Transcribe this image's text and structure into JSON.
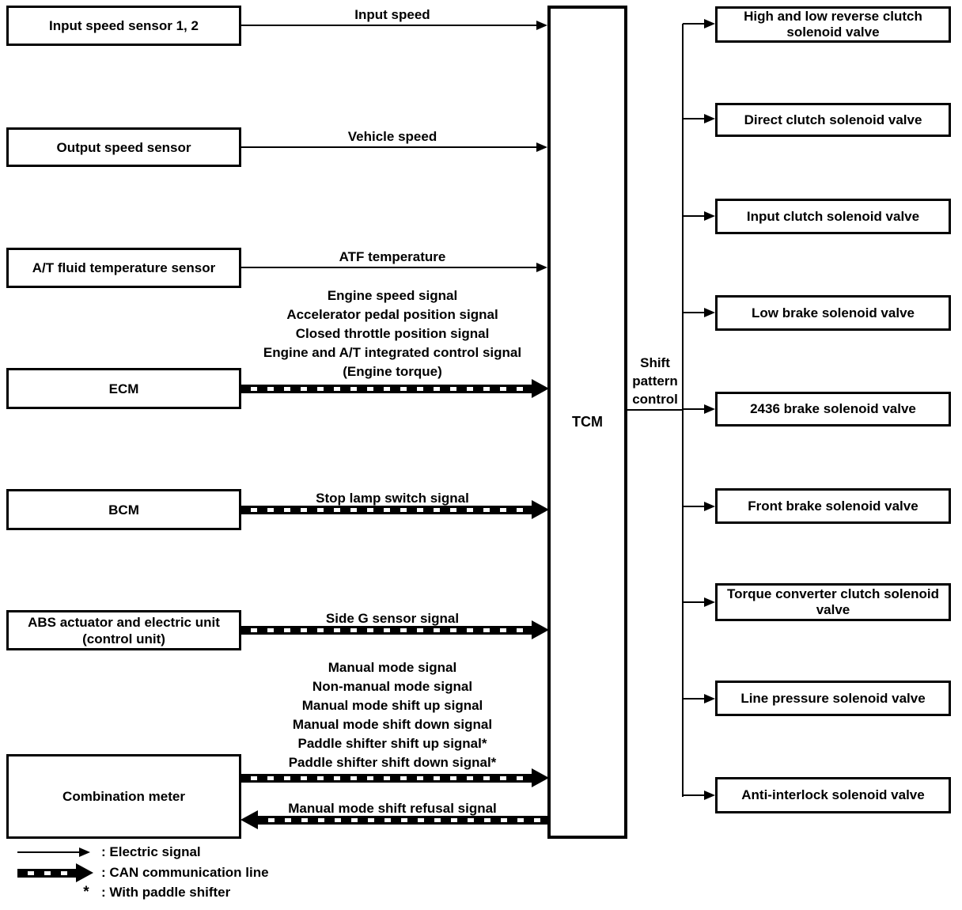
{
  "center": {
    "tcm_label": "TCM",
    "shift_pattern_label": "Shift\npattern\ncontrol"
  },
  "inputs": [
    {
      "label": "Input speed sensor 1, 2",
      "signal": "Input speed",
      "line_type": "electric"
    },
    {
      "label": "Output speed sensor",
      "signal": "Vehicle speed",
      "line_type": "electric"
    },
    {
      "label": "A/T fluid temperature sensor",
      "signal": "ATF temperature",
      "line_type": "electric"
    },
    {
      "label": "ECM",
      "signal": "Engine speed signal\nAccelerator pedal position signal\nClosed throttle position signal\nEngine and A/T integrated control signal\n(Engine torque)",
      "line_type": "can"
    },
    {
      "label": "BCM",
      "signal": "Stop lamp switch signal",
      "line_type": "can"
    },
    {
      "label": "ABS actuator and electric unit\n(control unit)",
      "signal": "Side G sensor signal",
      "line_type": "can"
    },
    {
      "label": "Combination meter",
      "signal": "Manual mode signal\nNon-manual mode signal\nManual mode shift up signal\nManual mode shift down signal\nPaddle shifter shift up signal*\nPaddle shifter shift down signal*",
      "return_signal": "Manual mode shift refusal signal",
      "line_type": "can"
    }
  ],
  "outputs": [
    {
      "label": "High and low reverse clutch solenoid valve"
    },
    {
      "label": "Direct clutch solenoid valve"
    },
    {
      "label": "Input clutch solenoid valve"
    },
    {
      "label": "Low brake solenoid valve"
    },
    {
      "label": "2436 brake solenoid valve"
    },
    {
      "label": "Front brake solenoid valve"
    },
    {
      "label": "Torque converter clutch solenoid valve"
    },
    {
      "label": "Line pressure solenoid valve"
    },
    {
      "label": "Anti-interlock solenoid valve"
    }
  ],
  "legend": [
    {
      "symbol": "electric-signal-arrow",
      "label": ": Electric signal"
    },
    {
      "symbol": "can-communication-arrow",
      "label": ": CAN communication line"
    },
    {
      "symbol": "*",
      "label": ": With paddle shifter"
    }
  ],
  "colors": {
    "line": "#000000",
    "background": "#ffffff"
  }
}
